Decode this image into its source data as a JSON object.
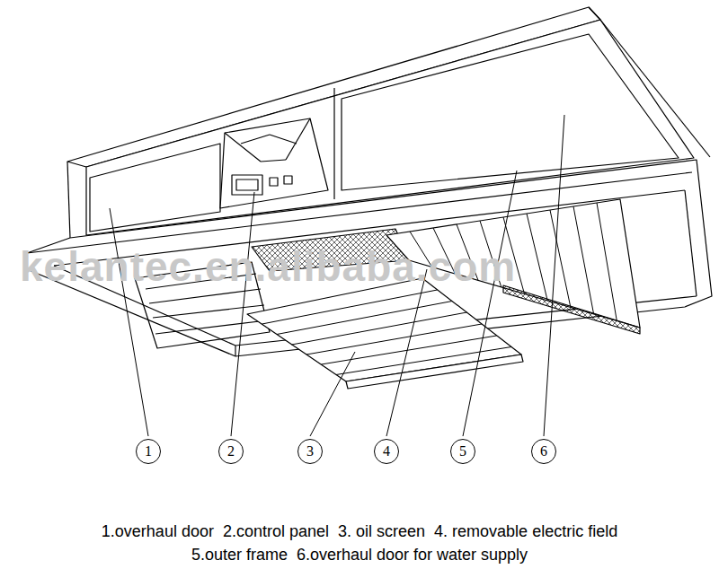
{
  "diagram": {
    "nodes": [
      {
        "text": [
          "1"
        ]
      },
      {
        "text": [
          "2"
        ]
      },
      {
        "text": [
          "3"
        ]
      },
      {
        "text": [
          "4"
        ]
      },
      {
        "text": [
          "5"
        ]
      },
      {
        "text": [
          "6"
        ]
      }
    ],
    "labels": [
      "kelantec.en.alibaba.com",
      "1.overhaul door",
      "2.control panel",
      "3. oil screen",
      "4. removable electric field",
      "5.outer frame",
      "6.overhaul door for water supply"
    ]
  }
}
